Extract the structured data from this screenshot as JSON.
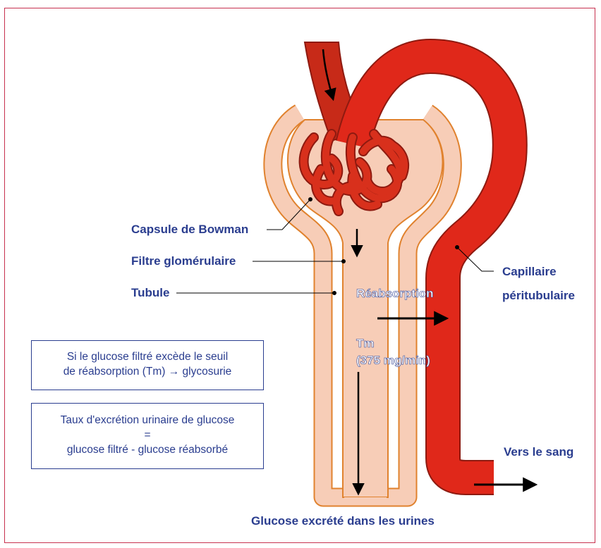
{
  "labels": {
    "bowman_capsule": "Capsule de Bowman",
    "glomerular_filter": "Filtre glomérulaire",
    "tubule": "Tubule",
    "reabsorption": "Réabsorption",
    "tm": "Tm",
    "tm_value": "(375 mg/min)",
    "peritubular_line1": "Capillaire",
    "peritubular_line2": "péritubulaire",
    "to_blood": "Vers le sang",
    "excreted": "Glucose excrété dans les urines"
  },
  "info_boxes": {
    "threshold": {
      "line1": "Si le glucose filtré excède le seuil",
      "line2": "de réabsorption (Tm) → glycosurie"
    },
    "excretion": {
      "line1": "Taux d'excrétion urinaire de glucose",
      "line2": "=",
      "line3": "glucose filtré - glucose réabsorbé"
    }
  },
  "colors": {
    "label_text": "#2a3d8f",
    "vessel_red": "#e0281a",
    "vessel_dark": "#a81a12",
    "tubule_fill": "#f7cdb7",
    "tubule_outline": "#e0822e",
    "frame_border": "#c7314f",
    "arrow": "#000000"
  },
  "icons": {
    "flow_arrow": "arrow-icon"
  }
}
